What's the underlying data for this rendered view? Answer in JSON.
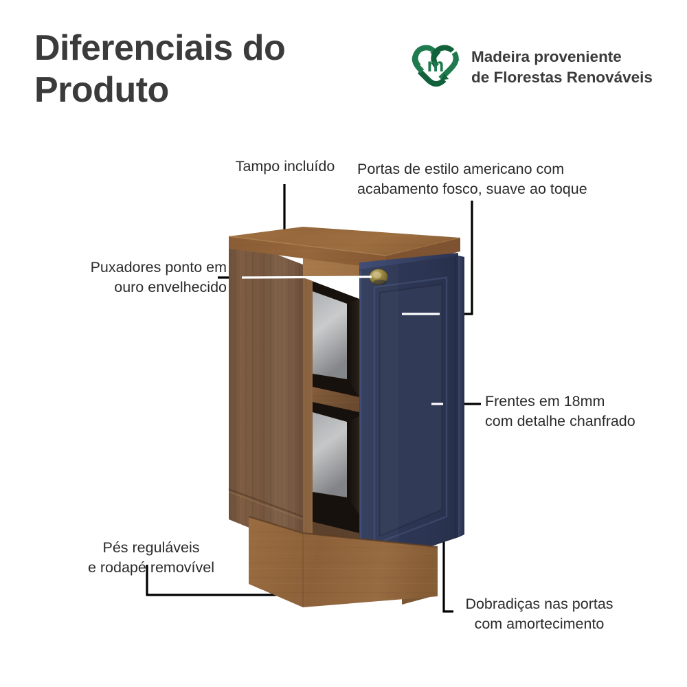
{
  "header": {
    "title": "Diferenciais do\nProduto",
    "eco_badge": {
      "icon": "recycle-heart-icon",
      "monogram": "m",
      "text": "Madeira proveniente\nde Florestas Renováveis",
      "color": "#1f7a4d",
      "color_dark": "#12613b"
    }
  },
  "annotations": [
    {
      "id": "tampo",
      "label": "Tampo incluído"
    },
    {
      "id": "portas",
      "label": "Portas de estilo americano com\nacabamento fosco, suave ao toque"
    },
    {
      "id": "puxadores",
      "label": "Puxadores ponto em\nouro envelhecido"
    },
    {
      "id": "frentes",
      "label": "Frentes em 18mm\ncom detalhe chanfrado"
    },
    {
      "id": "pes",
      "label": "Pés reguláveis\ne rodapé removível"
    },
    {
      "id": "dobradicas",
      "label": "Dobradiças nas portas\ncom amortecimento"
    }
  ],
  "product": {
    "name": "base-cabinet-illustration",
    "parts": {
      "countertop": "tampo",
      "side_panel": "lateral",
      "door": "porta",
      "knob": "puxador",
      "shelf": "prateleira",
      "plinth": "rodape"
    },
    "colors": {
      "wood_top": "#9a6b43",
      "wood_top_edge": "#8a5d37",
      "wood_side": "#7d5c42",
      "wood_side_dark": "#6a4c36",
      "wood_plinth": "#8a6039",
      "door_navy": "#2c3553",
      "door_navy_light": "#323c5d",
      "door_navy_dark": "#222a44",
      "knob_brass": "#8f7c46",
      "interior_dark": "#1a1410",
      "leader_black": "#000000",
      "leader_white": "#ffffff",
      "background": "#ffffff",
      "text": "#2b2b2b",
      "title": "#3b3b3b"
    }
  }
}
